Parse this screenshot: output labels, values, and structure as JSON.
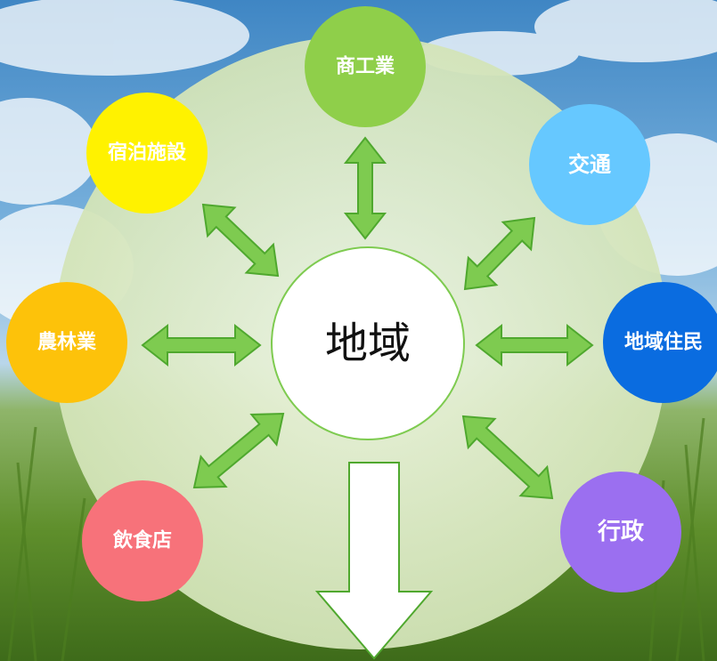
{
  "center": {
    "label": "地域"
  },
  "nodes": [
    {
      "id": "commerce",
      "label": "商工業",
      "color": "#8fcf4a",
      "text_color": "#1b6fb5"
    },
    {
      "id": "transport",
      "label": "交通",
      "color": "#66c8ff",
      "text_color": "#ffffff"
    },
    {
      "id": "residents",
      "label": "地域住民",
      "color": "#0a6ce0",
      "text_color": "#ffffff"
    },
    {
      "id": "government",
      "label": "行政",
      "color": "#9b6ff0",
      "text_color": "#ffffff"
    },
    {
      "id": "restaurant",
      "label": "飲食店",
      "color": "#f7727a",
      "text_color": "#ffffff"
    },
    {
      "id": "agriculture",
      "label": "農林業",
      "color": "#fdc20a",
      "text_color": "#ffffff"
    },
    {
      "id": "lodging",
      "label": "宿泊施設",
      "color": "#fff200",
      "text_color": "#1b6fb5"
    }
  ],
  "colors": {
    "ring_fill": "#dbe8c6",
    "arrow_fill": "#7ecb50",
    "arrow_stroke": "#4fa82e",
    "center_fill": "#ffffff",
    "center_stroke": "#7ecb50",
    "down_arrow_fill": "#ffffff",
    "down_arrow_stroke": "#4fa82e"
  }
}
